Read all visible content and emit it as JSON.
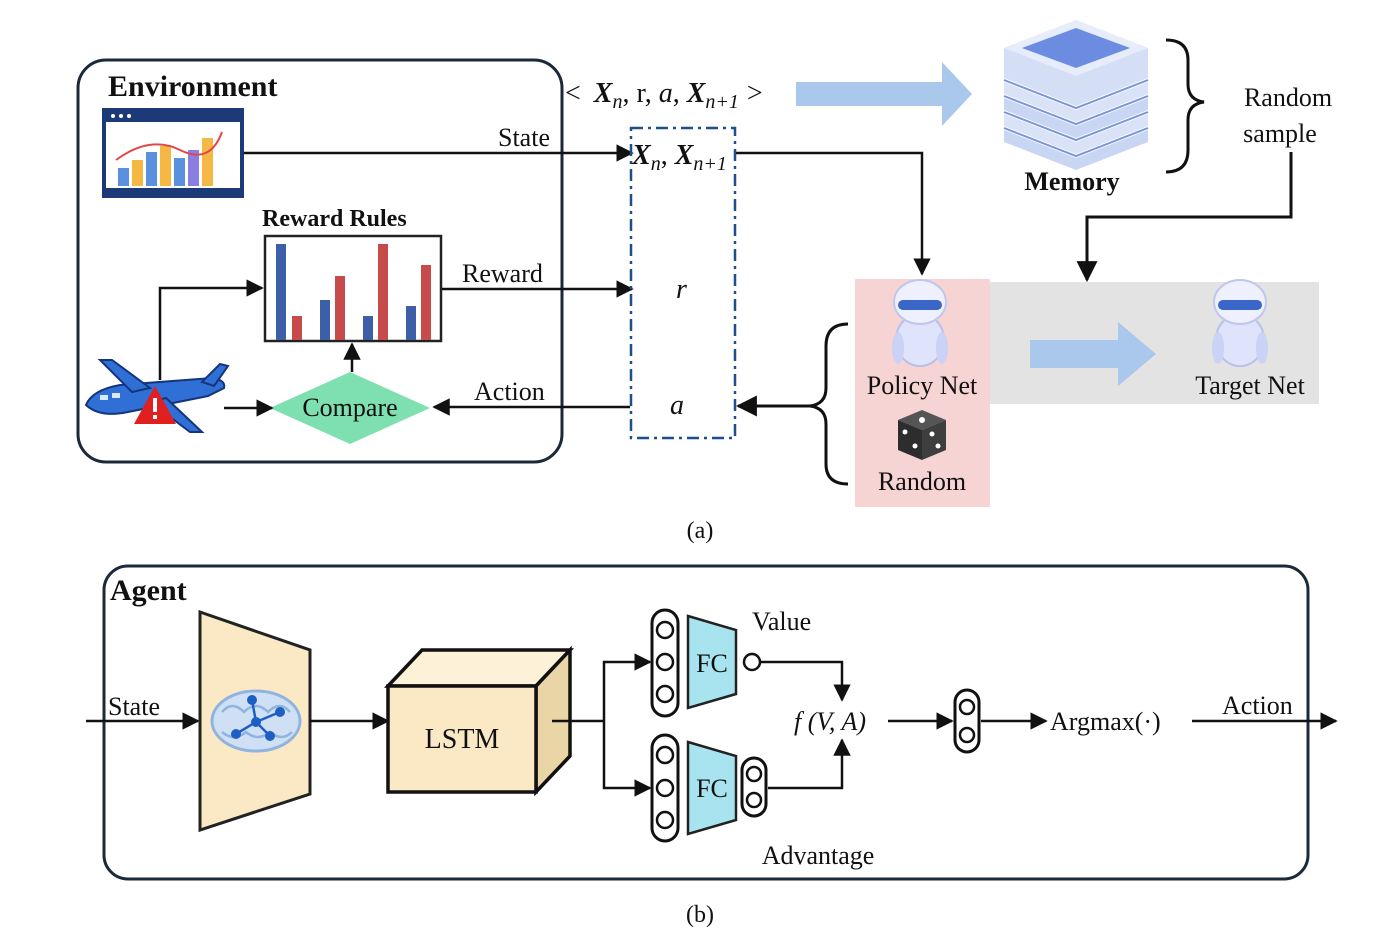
{
  "panel_a": {
    "environment_title": "Environment",
    "reward_rules_title": "Reward Rules",
    "state_label": "State",
    "reward_label": "Reward",
    "action_label": "Action",
    "compare_label": "Compare",
    "transition": {
      "open": "<",
      "xn": "X",
      "sub_n": "n",
      "r": ", r, ",
      "a": "a",
      "xn1": "X",
      "sub_n1": "n+1",
      "close": ">"
    },
    "buffer": {
      "xn": "X",
      "sub_n": "n",
      "xn1": "X",
      "sub_n1": "n+1",
      "r": "r",
      "a": "a"
    },
    "memory_label": "Memory",
    "random_sample_line1": "Random",
    "random_sample_line2": "sample",
    "policy_net_label": "Policy Net",
    "target_net_label": "Target Net",
    "random_label": "Random",
    "caption": "(a)",
    "colors": {
      "arrow_blue": "#a9c8ec",
      "pink_region": "#f7d4d4",
      "gray_region": "#e3e3e3",
      "compare_green": "#7ee0b0",
      "bar_blue": "#3d5fa8",
      "bar_red": "#c84b4b",
      "memory_blue": "#6b8ce0"
    }
  },
  "panel_b": {
    "agent_title": "Agent",
    "state_label": "State",
    "lstm_label": "LSTM",
    "fc_label_top": "FC",
    "fc_label_bottom": "FC",
    "value_label": "Value",
    "advantage_label": "Advantage",
    "func_label": "f (V, A)",
    "argmax_label": "Argmax(·)",
    "action_label": "Action",
    "caption": "(b)",
    "colors": {
      "encoder_fill": "#fbe9c6",
      "lstm_fill": "#fbe9c6",
      "fc_fill": "#a8e4ef",
      "brain": "#8fb4e0"
    }
  }
}
